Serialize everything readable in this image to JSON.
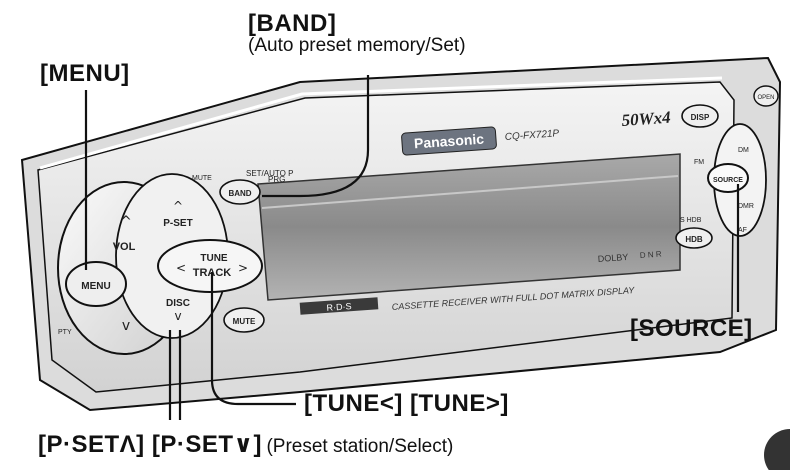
{
  "callouts": {
    "band_label": "[BAND]",
    "band_desc": "(Auto preset memory/Set)",
    "menu_label": "[MENU]",
    "source_label": "[SOURCE]",
    "tune_label": "[TUNE<] [TUNE>]",
    "pset_label": "[P·SETΛ] [P·SET∨]",
    "pset_desc": "(Preset station/Select)"
  },
  "panel": {
    "brand": "Panasonic",
    "model": "CQ-FX721P",
    "power_rating": "50Wx4",
    "caption": "CASSETTE RECEIVER WITH FULL DOT MATRIX DISPLAY",
    "rds_badge": "R·D·S",
    "dolby": "DOLBY",
    "display_note": "D N R"
  },
  "buttons": {
    "menu": "MENU",
    "vol": "VOL",
    "pset": "P-SET",
    "disc": "DISC",
    "tune_top": "TUNE",
    "tune_bottom": "TRACK",
    "band": "BAND",
    "band_over": "SET/AUTO P",
    "mute_over": "MUTE",
    "prg": "PRG",
    "mute": "MUTE",
    "disp": "DISP",
    "source": "SOURCE",
    "hdb": "HDB",
    "fm": "FM",
    "dm": "DM",
    "dmr": "DMR",
    "af": "AF",
    "s_hdb": "S HDB",
    "pty": "PTY",
    "open": "OPEN"
  },
  "colors": {
    "line": "#111111",
    "panel_face": "#e9e9e9",
    "panel_dark": "#9a9a9a",
    "display": "#8f8f8f",
    "badge": "#6d7480"
  }
}
